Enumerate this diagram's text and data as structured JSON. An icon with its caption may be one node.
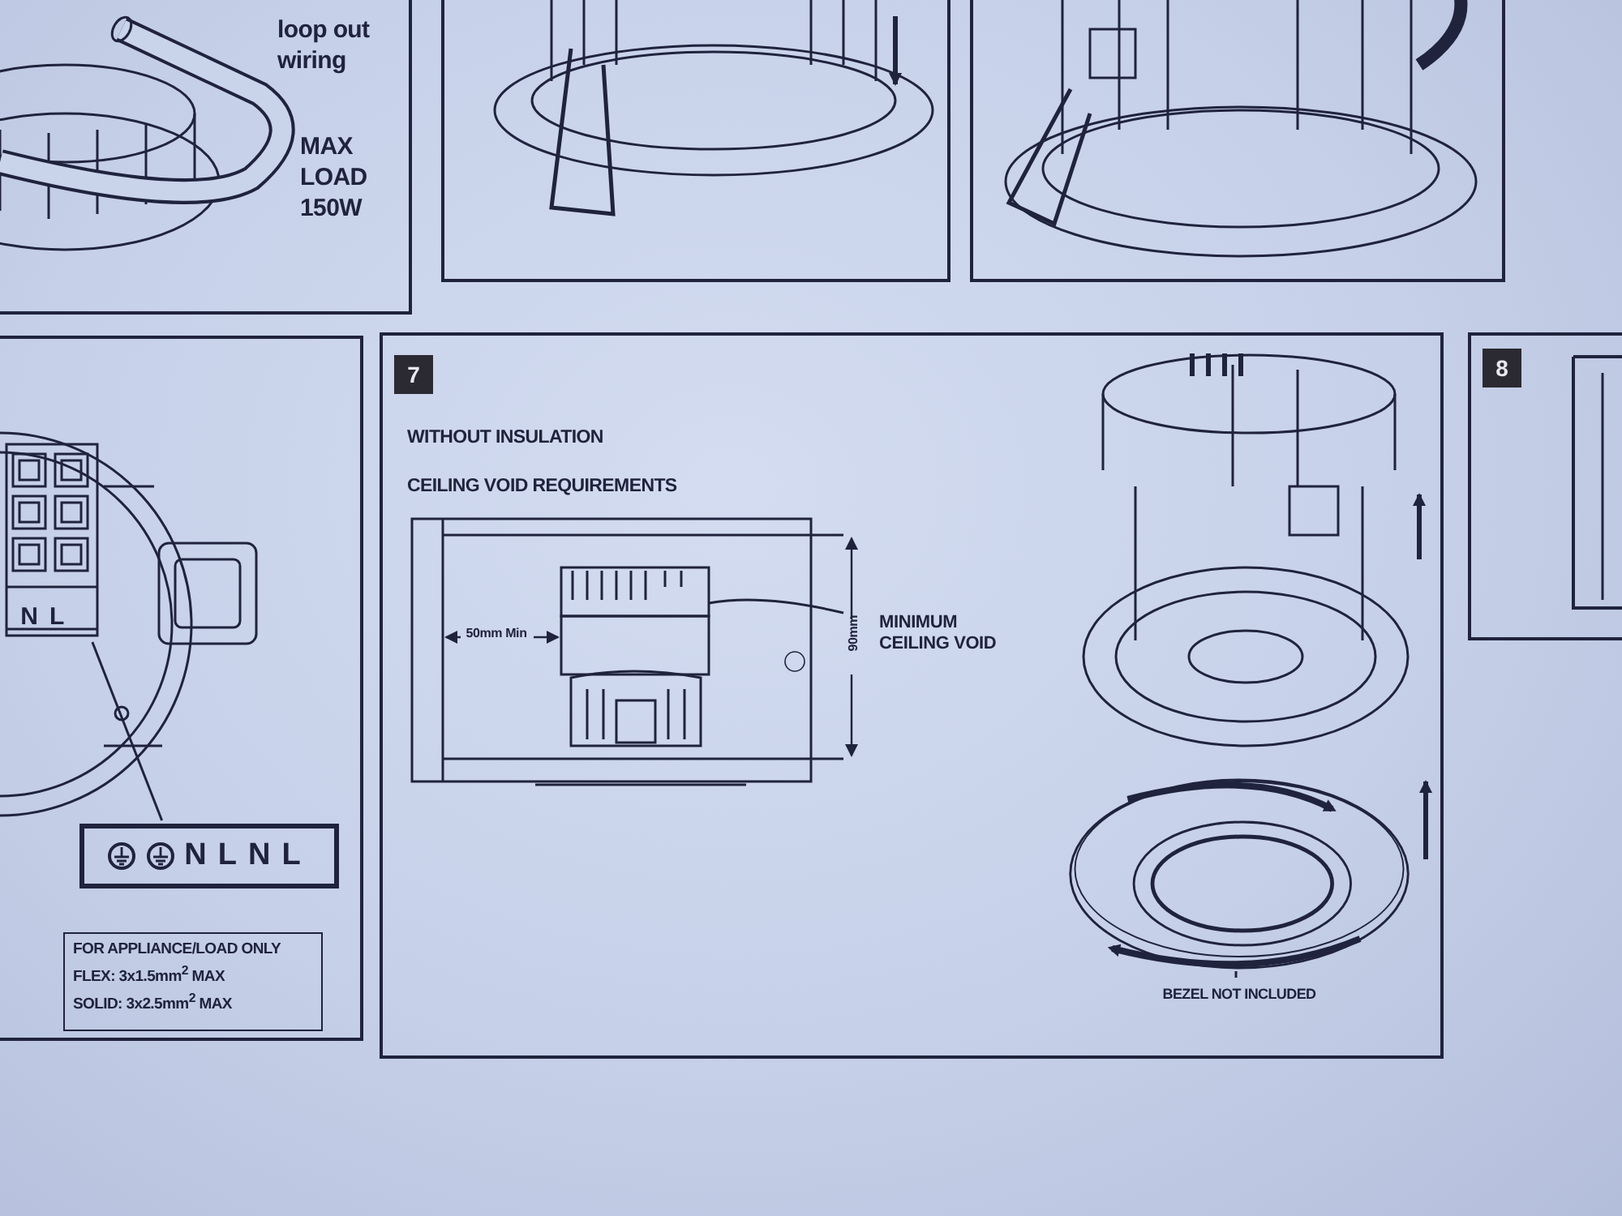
{
  "diagram": {
    "nodes": [
      {
        "text": [
          "loop out wiring",
          "MAX LOAD 150W"
        ]
      },
      {
        "text": [],
        "shape": "box"
      },
      {
        "text": [],
        "shape": "box"
      },
      {
        "text": [],
        "shape": "box"
      },
      {
        "text": [],
        "shape": "picture",
        "in": 3
      },
      {
        "text": [
          "NLNL"
        ],
        "in": 3
      },
      {
        "text": [
          "FOR APPLIANCE/LOAD ONLY",
          "FLEX: 3x1.5mm$^{2}$ MAX",
          "SOLID: 3x2.5mm$^{2}$ MAX"
        ],
        "in": 3
      },
      {
        "text": [
          "7",
          "WITHOUT INSULATION",
          "CEILING VOID REQUIREMENTS"
        ]
      },
      {
        "text": [],
        "shape": "picture",
        "in": 7
      },
      {
        "text": [
          "BEZEL NOT INCLUDED"
        ],
        "in": 7
      },
      {
        "text": [
          "8"
        ]
      }
    ],
    "edges": [
      {
        "from": 5,
        "to": 4,
        "arrow": "none"
      },
      {
        "from": 9,
        "to": 8,
        "arrow": "none"
      }
    ],
    "labels": [
      "N",
      "L",
      "50mm Min",
      "90mm",
      "MINIMUM CEILING VOID"
    ]
  }
}
